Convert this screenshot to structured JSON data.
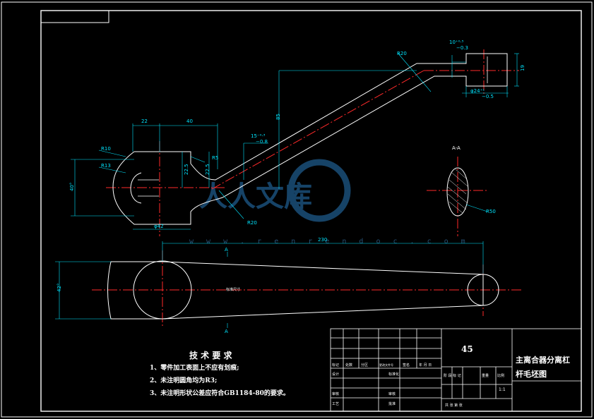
{
  "drawing": {
    "dims": {
      "d22": "22",
      "d40": "40",
      "d85": "85",
      "d230": "230",
      "d19": "19",
      "r10": "R10",
      "r13": "R13",
      "r5": "R5",
      "r20a": "R20",
      "r20b": "R20",
      "r50": "R50",
      "h225a": "22.5",
      "h225b": "22.5",
      "phi42": "φ42",
      "dia40": "40°",
      "h42": "42°",
      "tol15": "15⁻⁰·³",
      "tol15b": "−0.8",
      "tol10": "10⁺⁰·⁵",
      "tol10b": "−0.3",
      "phi24": "φ24⁺¹",
      "phi24b": "−0.5",
      "sec_aa": "A-A",
      "sec_a1": "A",
      "sec_a2": "A",
      "mid_label": "标准尺寸"
    },
    "tech_req": {
      "title": "技 术 要 求",
      "lines": [
        "1、零件加工表面上不应有划痕;",
        "2、未注明圆角均为R3;",
        "3、未注明形状公差应符合GB1184-80的要求。"
      ]
    },
    "title_block": {
      "material": "45",
      "part_name_1": "主离合器分离杠",
      "part_name_2": "杆毛坯图",
      "mark": "标记",
      "count": "处数",
      "zone": "分区",
      "doc_no": "更改文件号",
      "sign": "签名",
      "date": "年 月 日",
      "design": "设计",
      "standard": "标准化",
      "stage_mark": "阶 段 标 记",
      "weight": "重量",
      "scale": "比例",
      "scale_val": "1:1",
      "review": "审核",
      "craft": "工艺",
      "audit": "审核",
      "approve": "批准",
      "sheets": "共    张  第    张"
    },
    "watermark": {
      "text": "人人文库",
      "url": "w w w . r e n r e n d o c . c o m"
    }
  }
}
